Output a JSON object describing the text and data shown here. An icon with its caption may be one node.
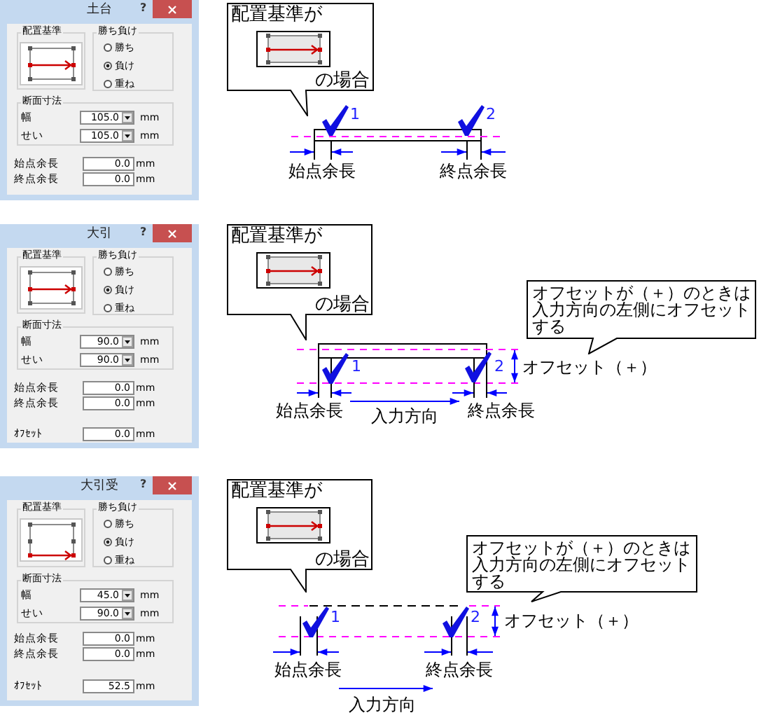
{
  "diagram": {
    "nodes": [
      {
        "text": [
          "土台",
          "?",
          "始点余長",
          "0.0",
          "mm",
          "終点余長",
          "0.0",
          "mm"
        ]
      },
      {
        "text": [
          "配置基準"
        ],
        "in": 0
      },
      {
        "text": [
          "勝ち負け",
          "勝ち",
          "負け",
          "重ね"
        ],
        "in": 0
      },
      {
        "text": [
          "断面寸法",
          "幅",
          "105.0",
          "mm",
          "せい",
          "105.0",
          "mm"
        ],
        "in": 0
      },
      {
        "text": [
          "配置基準が",
          "の場合"
        ]
      },
      {
        "text": [
          "大引",
          "?",
          "始点余長",
          "0.0",
          "mm",
          "終点余長",
          "0.0",
          "mm",
          "ｵﾌｾｯﾄ",
          "0.0",
          "mm"
        ]
      },
      {
        "text": [
          "配置基準"
        ],
        "in": 5
      },
      {
        "text": [
          "勝ち負け",
          "勝ち",
          "負け",
          "重ね"
        ],
        "in": 5
      },
      {
        "text": [
          "断面寸法",
          "幅",
          "90.0",
          "mm",
          "せい",
          "90.0",
          "mm"
        ],
        "in": 5
      },
      {
        "text": [
          "配置基準が",
          "の場合"
        ]
      },
      {
        "text": [
          "オフセットが（＋）のときは入力方向の左側にオフセットする"
        ]
      },
      {
        "text": [
          "大引受",
          "?",
          "始点余長",
          "0.0",
          "mm",
          "終点余長",
          "0.0",
          "mm",
          "ｵﾌｾｯﾄ",
          "52.5",
          "mm"
        ]
      },
      {
        "text": [
          "配置基準"
        ],
        "in": 11
      },
      {
        "text": [
          "勝ち負け",
          "勝ち",
          "負け",
          "重ね"
        ],
        "in": 11
      },
      {
        "text": [
          "断面寸法",
          "幅",
          "45.0",
          "mm",
          "せい",
          "90.0",
          "mm"
        ],
        "in": 11
      },
      {
        "text": [
          "配置基準が",
          "の場合"
        ]
      },
      {
        "text": [
          "オフセットが（＋）のときは入力方向の左側にオフセットする"
        ]
      }
    ],
    "labels": [
      "1",
      "2",
      "始点余長",
      "終点余長",
      "1",
      "2",
      "オフセット（＋）",
      "始点余長",
      "入力方向",
      "終点余長",
      "1",
      "2",
      "オフセット（＋）",
      "始点余長",
      "終点余長",
      "入力方向"
    ]
  }
}
